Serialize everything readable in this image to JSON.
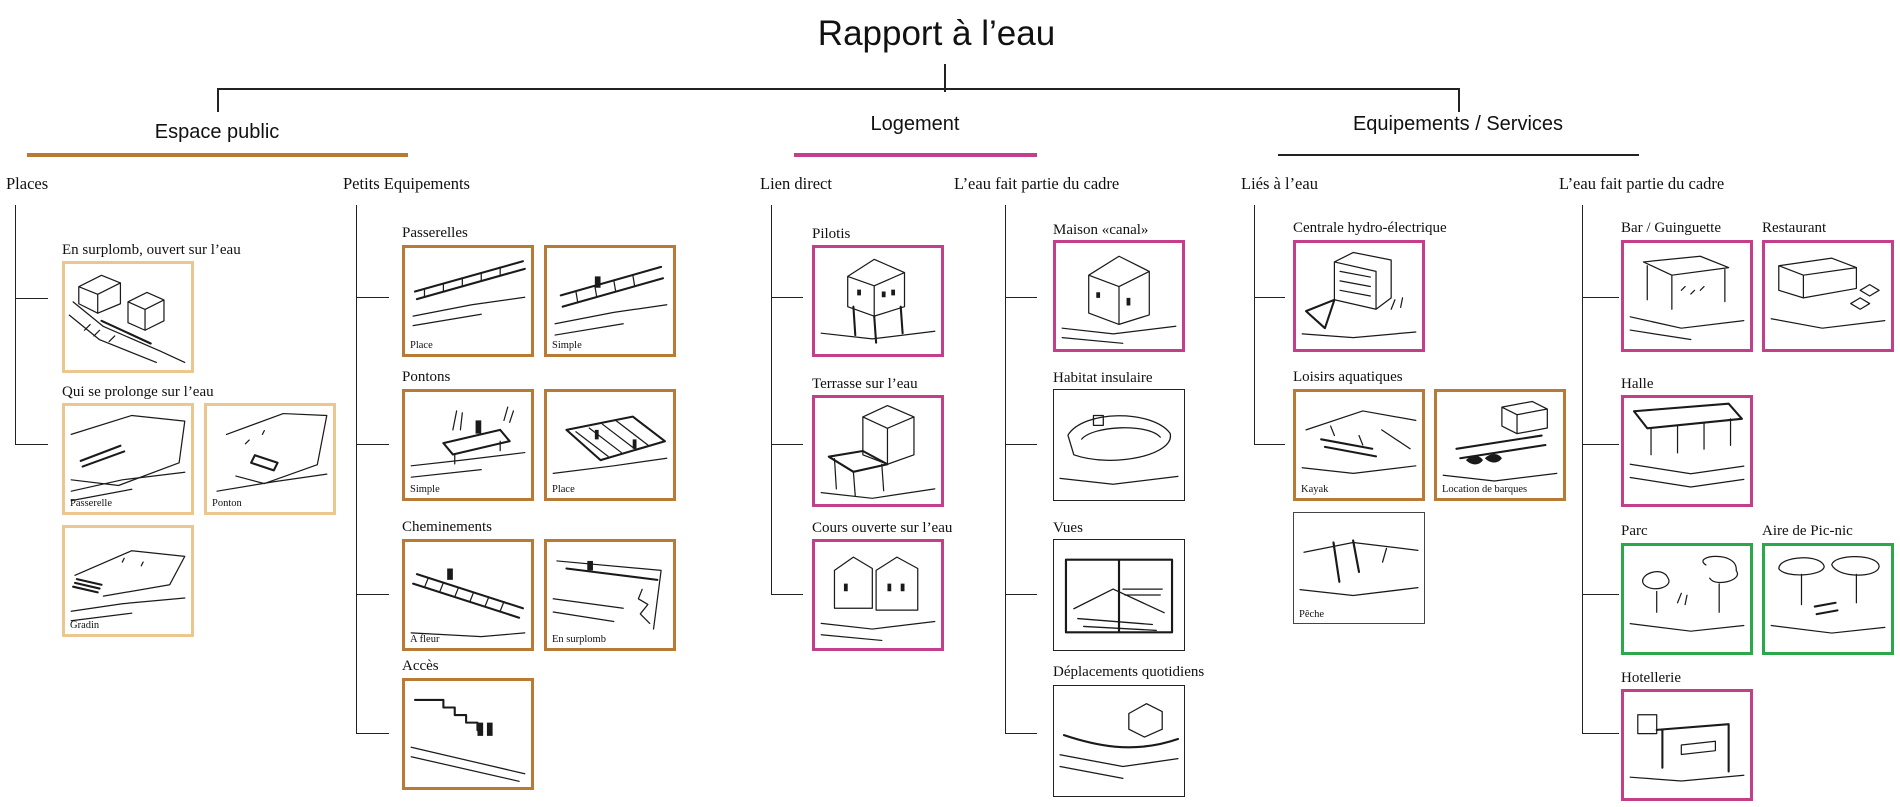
{
  "title": "Rapport à l’eau",
  "colors": {
    "espace_public": "#b87a35",
    "espace_public_light": "#ebc78f",
    "logement": "#c33f8a",
    "parc": "#2aa84a",
    "line": "#222222"
  },
  "sections": {
    "espace_public": {
      "label": "Espace public",
      "places": {
        "label": "Places",
        "group1": {
          "label": "En surplomb, ouvert sur l’eau"
        },
        "group2": {
          "label": "Qui se prolonge sur l’eau",
          "tiles": [
            "Passerelle",
            "Ponton",
            "Gradin"
          ]
        }
      },
      "petits": {
        "label": "Petits Equipements",
        "passerelles": {
          "label": "Passerelles",
          "tiles": [
            "Place",
            "Simple"
          ]
        },
        "pontons": {
          "label": "Pontons",
          "tiles": [
            "Simple",
            "Place"
          ]
        },
        "cheminements": {
          "label": "Cheminements",
          "tiles": [
            "A fleur",
            "En surplomb"
          ]
        },
        "acces": {
          "label": "Accès"
        }
      }
    },
    "logement": {
      "label": "Logement",
      "direct": {
        "label": "Lien direct",
        "items": [
          "Pilotis",
          "Terrasse sur l’eau",
          "Cours ouverte sur l’eau"
        ]
      },
      "cadre": {
        "label": "L’eau fait partie du cadre",
        "items": [
          "Maison «canal»",
          "Habitat insulaire",
          "Vues",
          "Déplacements quotidiens"
        ]
      }
    },
    "equipements": {
      "label": "Equipements / Services",
      "lies": {
        "label": "Liés à l’eau",
        "centrale": "Centrale hydro-électrique",
        "loisirs": {
          "label": "Loisirs aquatiques",
          "tiles": [
            "Kayak",
            "Location de barques",
            "Pêche"
          ]
        }
      },
      "cadre": {
        "label": "L’eau fait partie du cadre",
        "bar": "Bar / Guinguette",
        "restaurant": "Restaurant",
        "halle": "Halle",
        "parc": "Parc",
        "picnic": "Aire de Pic-nic",
        "hotellerie": "Hotellerie"
      }
    }
  }
}
